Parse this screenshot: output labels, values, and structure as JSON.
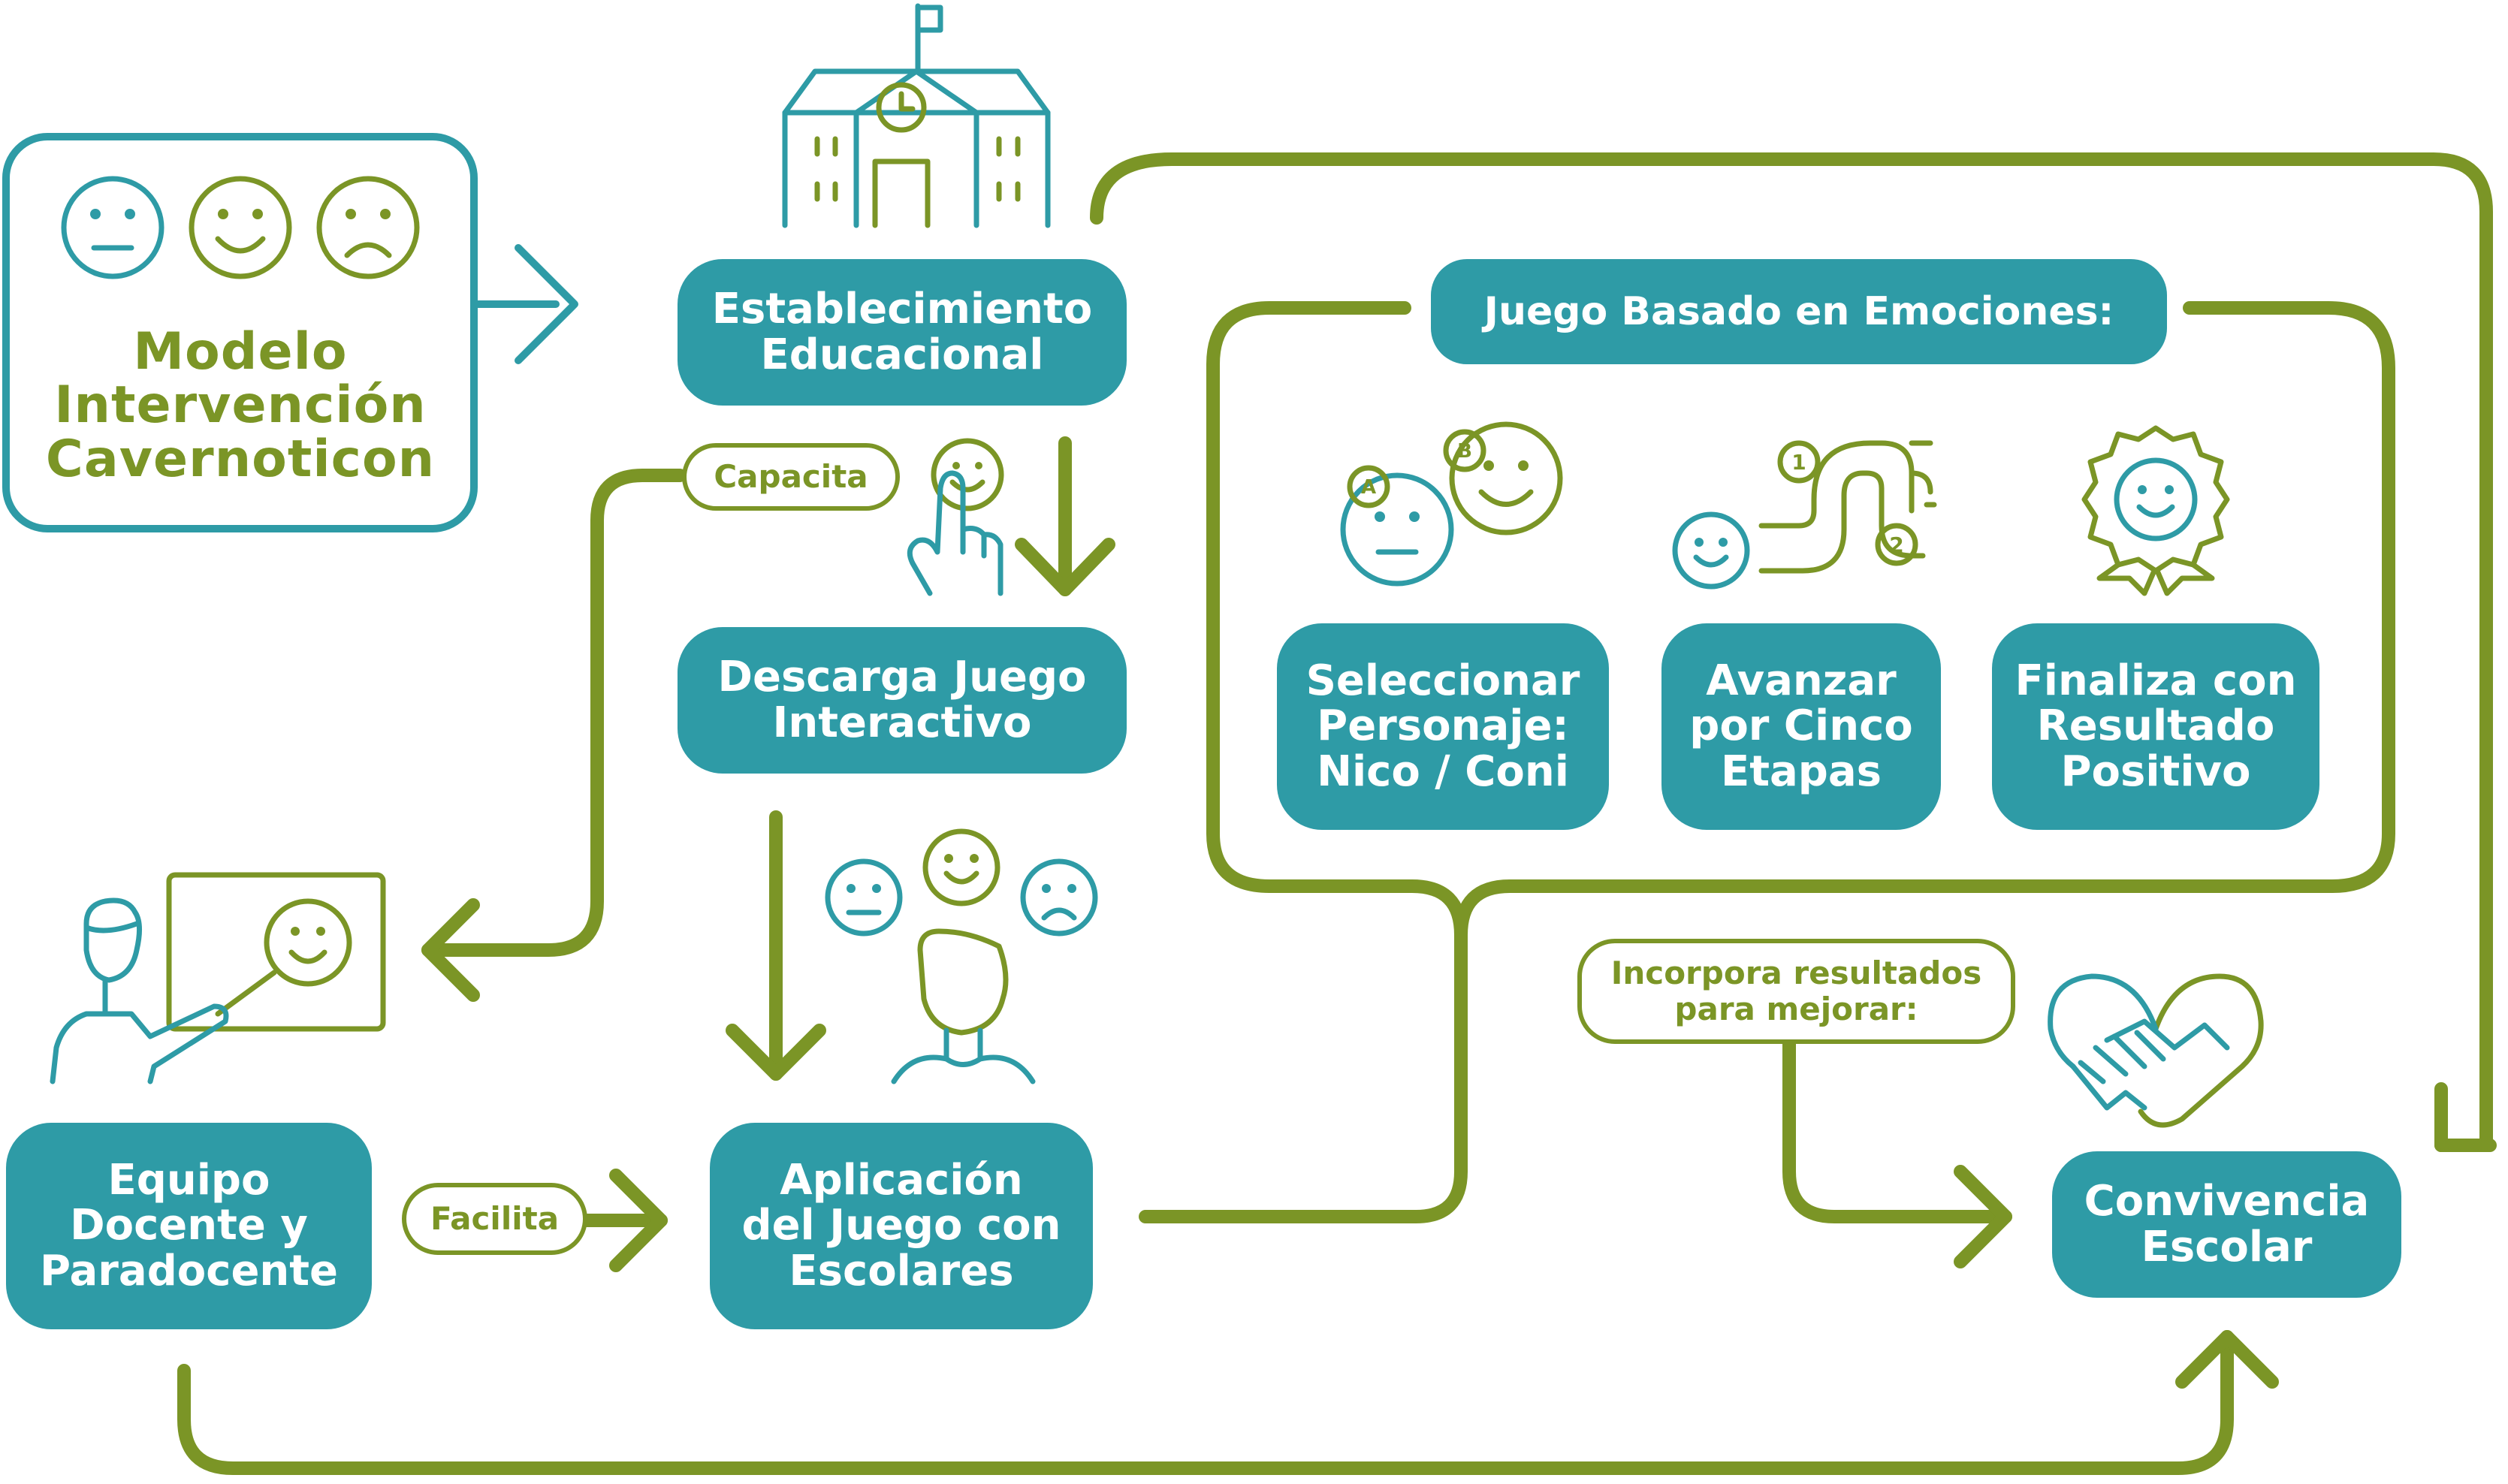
{
  "model": {
    "title": "Modelo\nIntervención\nCavernoticon"
  },
  "nodes": {
    "establecimiento": "Establecimiento\nEducacional",
    "descarga": "Descarga Juego\nInteractivo",
    "equipo": "Equipo\nDocente y\nParadocente",
    "aplicacion": "Aplicación\ndel Juego con\nEscolares",
    "convivencia": "Convivencia\nEscolar"
  },
  "game": {
    "header": "Juego Basado en Emociones:",
    "steps": [
      "Seleccionar\nPersonaje:\nNico / Coni",
      "Avanzar\npor Cinco\nEtapas",
      "Finaliza con\nResultado\nPositivo"
    ],
    "badge_a": "A",
    "badge_b": "B",
    "stage_1": "1",
    "stage_2": "2"
  },
  "edges": {
    "capacita": "Capacita",
    "facilita": "Facilita",
    "incorpora": "Incorpora resultados\npara mejorar:"
  },
  "colors": {
    "teal": "#2e9ba6",
    "green": "#7b9526",
    "white": "#ffffff"
  }
}
